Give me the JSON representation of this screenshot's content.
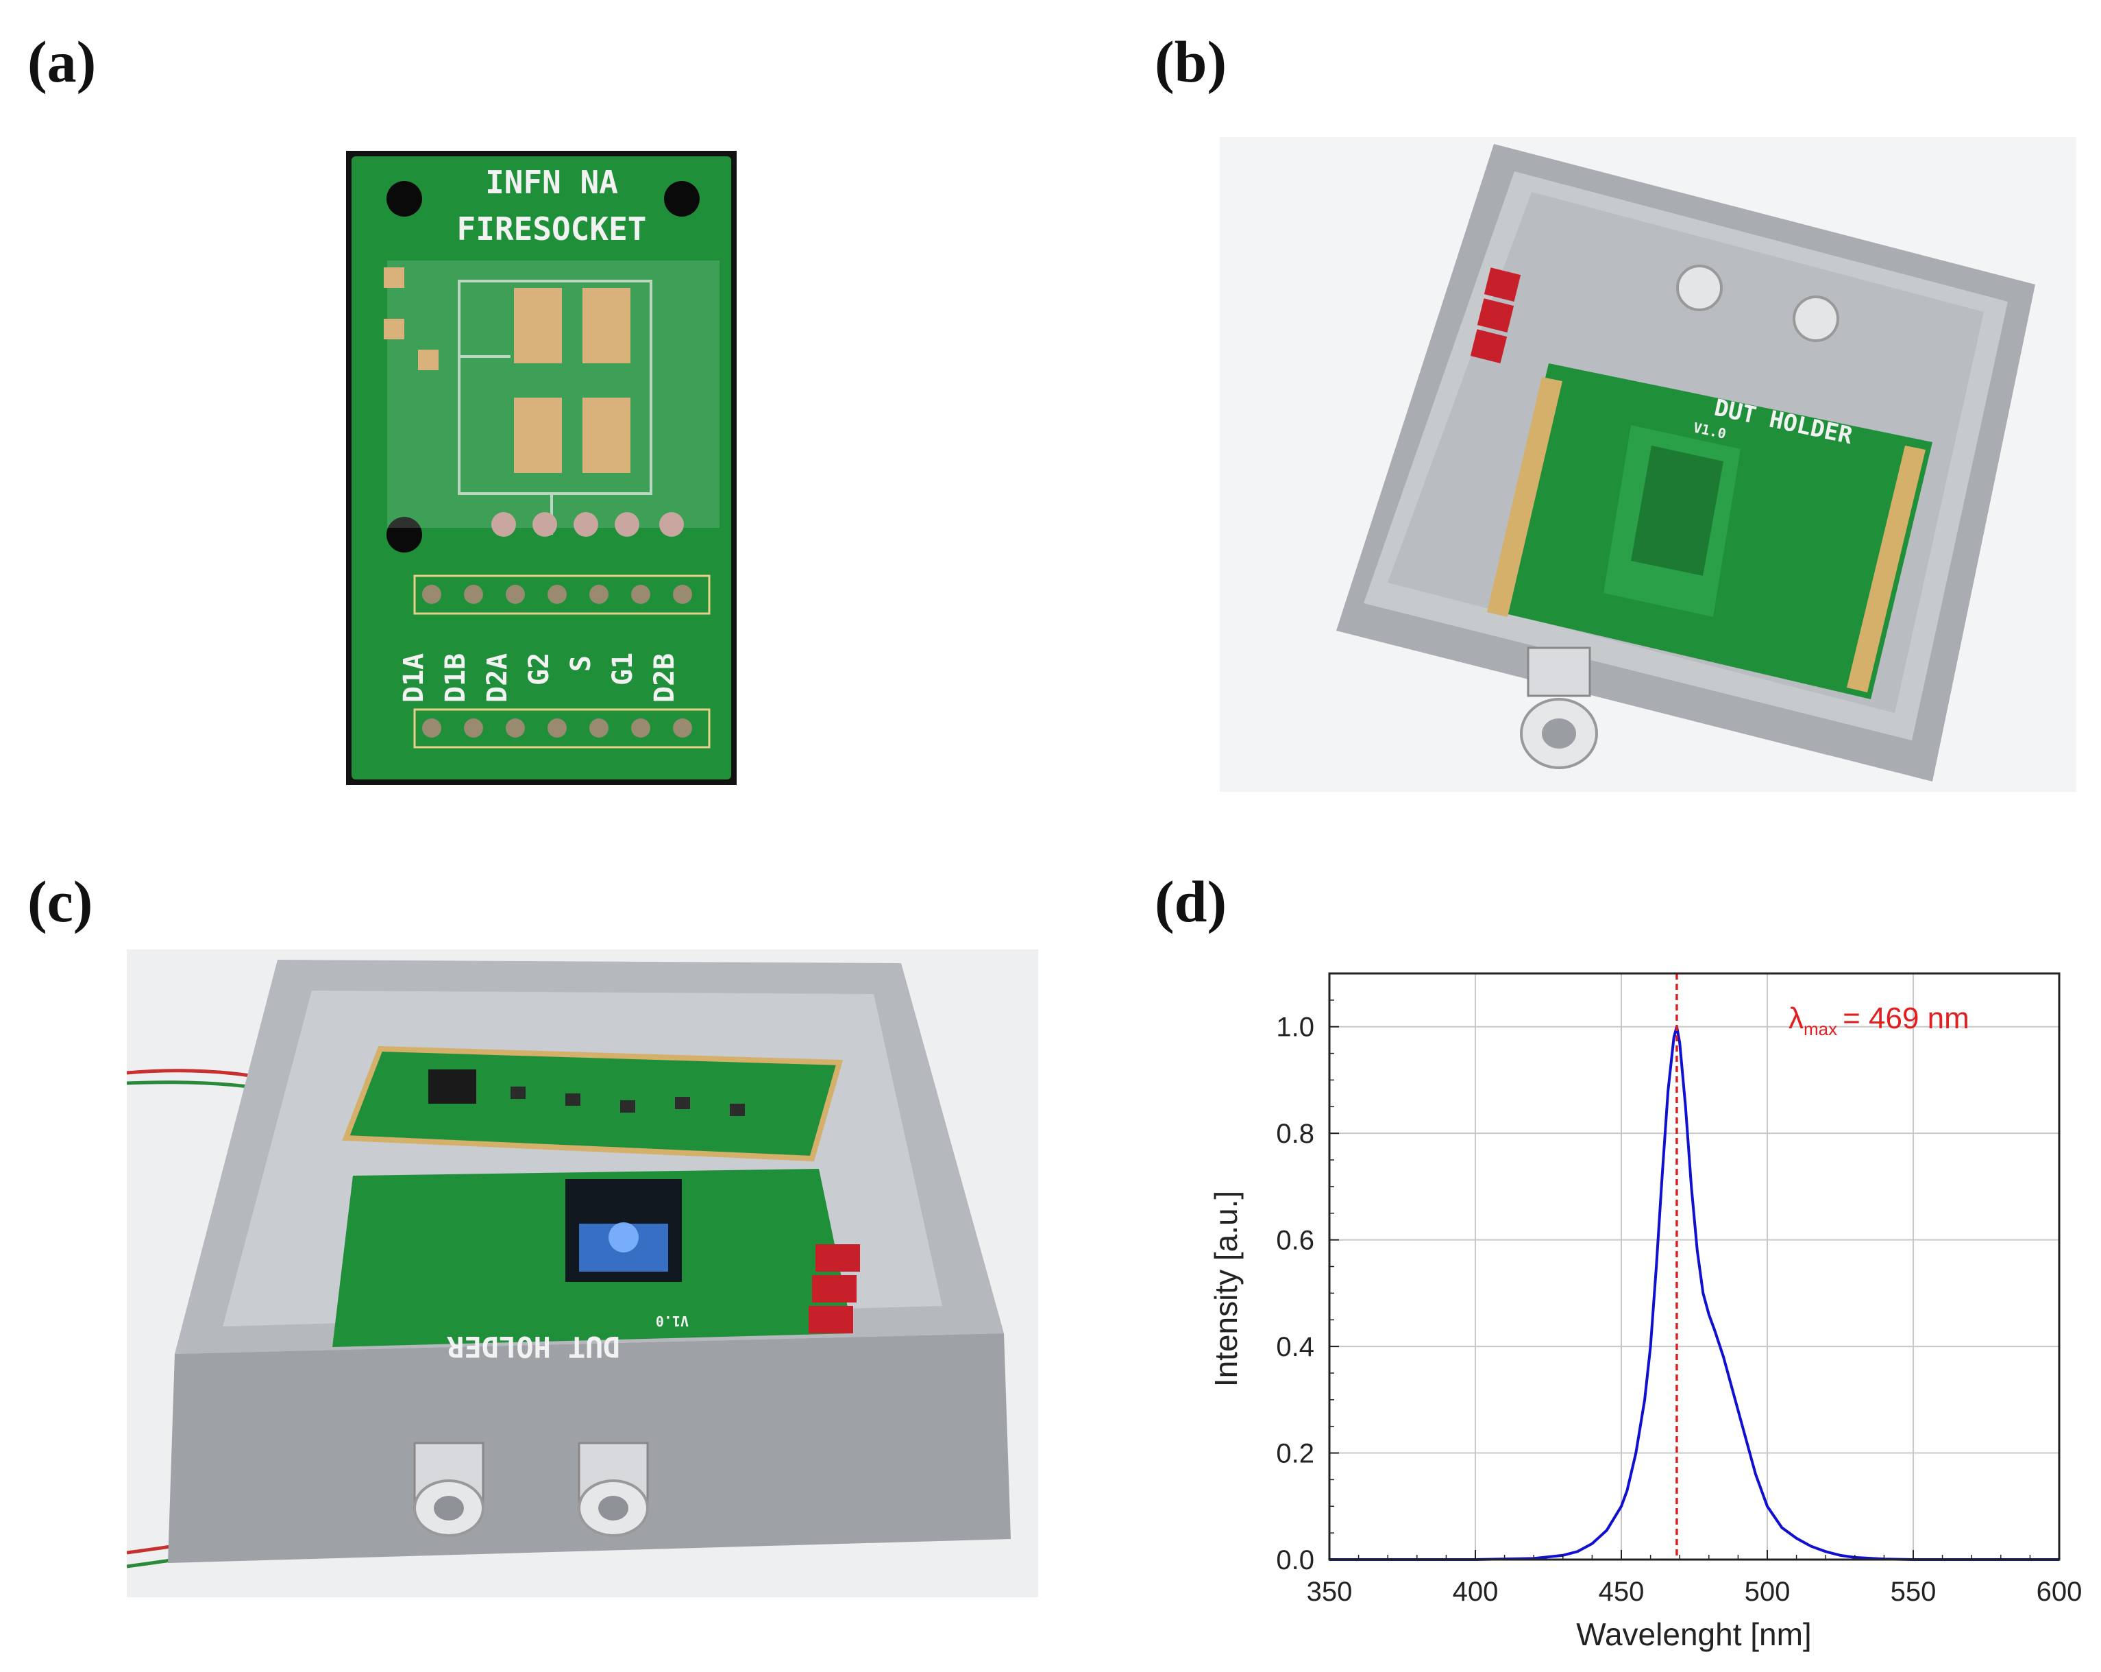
{
  "panels": {
    "a": {
      "label": "(a)",
      "pcb_title_line1": "INFN NA",
      "pcb_title_line2": "FIRESOCKET",
      "pin_labels": [
        "D1A",
        "D1B",
        "D2A",
        "G2",
        "S",
        "G1",
        "D2B"
      ]
    },
    "b": {
      "label": "(b)",
      "board_label": "DUT HOLDER",
      "version_label": "V1.0"
    },
    "c": {
      "label": "(c)",
      "board_label": "DUT HOLDER",
      "version_label": "V1.0"
    },
    "d": {
      "label": "(d)"
    }
  },
  "colors": {
    "pcb_green": "#1f8f3a",
    "enclosure_gray": "#a9adb2",
    "spectrum_blue": "#1010d0",
    "marker_red": "#e02020",
    "connector_red": "#c8202a"
  },
  "chart_data": {
    "type": "line",
    "xlabel": "Wavelenght [nm]",
    "ylabel": "Intensity [a.u.]",
    "xlim": [
      350,
      600
    ],
    "ylim": [
      0,
      1.1
    ],
    "xticks": [
      "350",
      "400",
      "450",
      "500",
      "550",
      "600"
    ],
    "yticks": [
      "0.0",
      "0.2",
      "0.4",
      "0.6",
      "0.8",
      "1.0"
    ],
    "grid": true,
    "annotation": {
      "text": "= 469 nm",
      "symbol": "λ",
      "subscript": "max",
      "x": 469
    },
    "series": [
      {
        "x": [
          350,
          400,
          420,
          430,
          435,
          440,
          445,
          450,
          452,
          455,
          458,
          460,
          462,
          464,
          466,
          468,
          469,
          470,
          472,
          474,
          476,
          478,
          480,
          482,
          485,
          488,
          490,
          493,
          496,
          500,
          505,
          510,
          515,
          520,
          525,
          530,
          540,
          550,
          600
        ],
        "y": [
          0.0,
          0.0,
          0.002,
          0.008,
          0.015,
          0.03,
          0.055,
          0.1,
          0.13,
          0.2,
          0.3,
          0.4,
          0.55,
          0.72,
          0.88,
          0.98,
          1.0,
          0.97,
          0.85,
          0.7,
          0.58,
          0.5,
          0.46,
          0.43,
          0.38,
          0.32,
          0.28,
          0.22,
          0.16,
          0.1,
          0.06,
          0.04,
          0.025,
          0.015,
          0.008,
          0.004,
          0.001,
          0.0,
          0.0
        ]
      }
    ]
  }
}
